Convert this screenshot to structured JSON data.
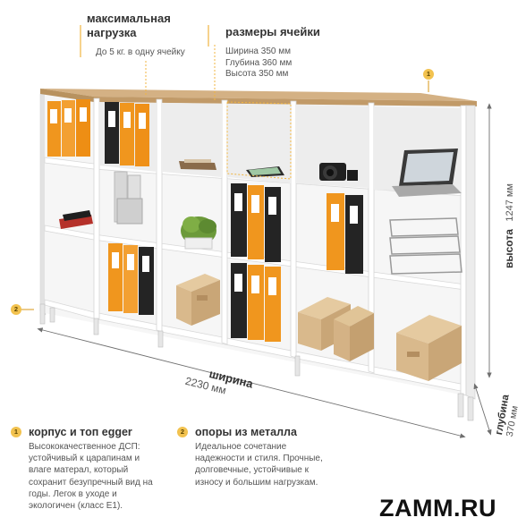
{
  "load": {
    "title_line1": "максимальная",
    "title_line2": "нагрузка",
    "text": "До 5 кг. в одну ячейку"
  },
  "cell": {
    "title": "размеры ячейки",
    "width": "Ширина 350 мм",
    "depth": "Глубина 360 мм",
    "height": "Высота 350 мм"
  },
  "dimensions": {
    "width_label": "ширина",
    "width_value": "2230 мм",
    "height_label": "высота",
    "height_value": "1247 мм",
    "depth_label": "глубина",
    "depth_value": "370 мм"
  },
  "markers": {
    "top": "1",
    "legs": "2"
  },
  "features": [
    {
      "badge": "1",
      "title": "корпус и топ egger",
      "lines": [
        "Высококачественное ДСП:",
        "устойчивый к царапинам и",
        "влаге матерал, который",
        "сохранит безупречный вид на",
        "годы. Легок в уходе и",
        "экологичен (класс Е1)."
      ]
    },
    {
      "badge": "2",
      "title": "опоры из металла",
      "lines": [
        "Идеальное сочетание",
        "надежности и стиля. Прочные,",
        "долговечные, устойчивые к",
        "износу  и большим нагрузкам."
      ]
    }
  ],
  "brand": "ZAMM.RU",
  "colors": {
    "top_wood": "#c9a679",
    "binder_orange": "#f0961e",
    "binder_black": "#242424",
    "box_kraft": "#d9b98c",
    "badge_yellow": "#f2c24f",
    "dim_line": "#6f6f6f"
  }
}
